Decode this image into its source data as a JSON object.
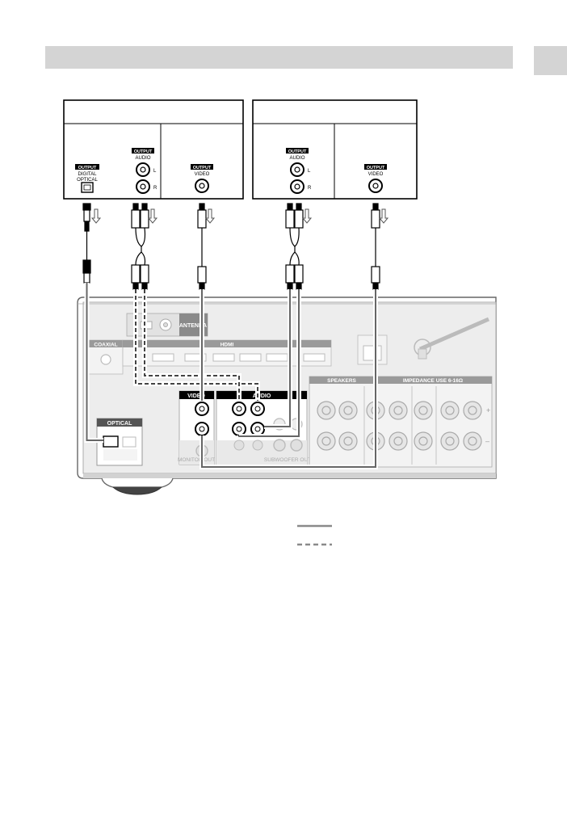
{
  "device1": {
    "output_label": "OUTPUT",
    "digital_optical_line1": "DIGITAL",
    "digital_optical_line2": "OPTICAL",
    "audio_label": "AUDIO",
    "video_label": "VIDEO",
    "left_label": "L",
    "right_label": "R"
  },
  "device2": {
    "output_label": "OUTPUT",
    "audio_label": "AUDIO",
    "video_label": "VIDEO",
    "left_label": "L",
    "right_label": "R"
  },
  "receiver": {
    "antenna_label": "ANTENNA",
    "hdmi_label": "HDMI",
    "coaxial_label": "COAXIAL",
    "video_label": "VIDEO",
    "audio_label": "AUDIO",
    "optical_label": "OPTICAL",
    "speakers_label": "SPEAKERS",
    "impedance_label": "IMPEDANCE USE 6-16Ω",
    "monitor_out_label": "MONITOR OUT",
    "subwoofer_out_label": "SUBWOOFER OUT",
    "plus_sign": "+",
    "minus_sign": "–"
  },
  "colors": {
    "header_bar": "#d4d4d4",
    "cable_gray": "#8a8a8a",
    "receiver_face": "#e6e6e6"
  }
}
